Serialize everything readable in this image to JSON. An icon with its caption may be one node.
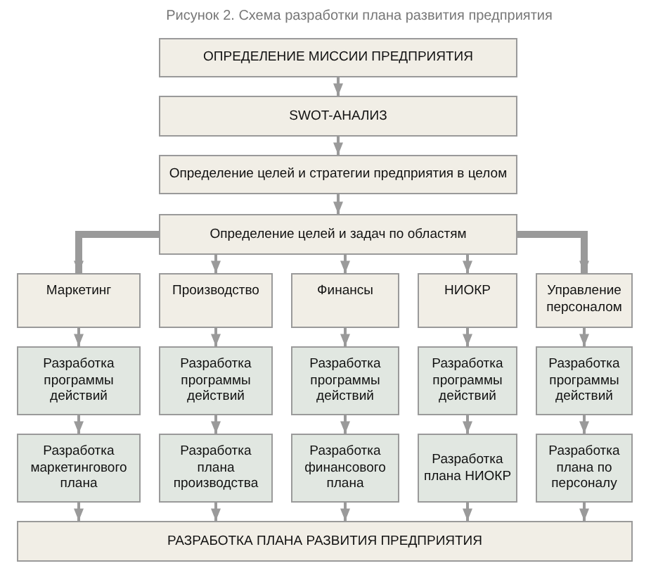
{
  "diagram": {
    "title": "Рисунок 2. Схема разработки плана развития предприятия",
    "nodes": [
      {
        "text": [
          "ОПРЕДЕЛЕНИЕ МИССИИ ПРЕДПРИЯТИЯ"
        ]
      },
      {
        "text": [
          "SWOT-АНАЛИЗ"
        ]
      },
      {
        "text": [
          "Определение целей и стратегии предприятия в целом"
        ]
      },
      {
        "text": [
          "Определение целей и задач по областям"
        ]
      },
      {
        "text": [
          "Маркетинг"
        ]
      },
      {
        "text": [
          "Производство"
        ]
      },
      {
        "text": [
          "Финансы"
        ]
      },
      {
        "text": [
          "НИОКР"
        ]
      },
      {
        "text": [
          "Управление персоналом"
        ]
      },
      {
        "text": [
          "Разработка программы действий"
        ]
      },
      {
        "text": [
          "Разработка программы действий"
        ]
      },
      {
        "text": [
          "Разработка программы действий"
        ]
      },
      {
        "text": [
          "Разработка программы действий"
        ]
      },
      {
        "text": [
          "Разработка программы действий"
        ]
      },
      {
        "text": [
          "Разработка маркетингового плана"
        ]
      },
      {
        "text": [
          "Разработка плана производства"
        ]
      },
      {
        "text": [
          "Разработка финансового плана"
        ]
      },
      {
        "text": [
          "Разработка плана НИОКР"
        ]
      },
      {
        "text": [
          "Разработка плана по персоналу"
        ]
      },
      {
        "text": [
          "РАЗРАБОТКА ПЛАНА РАЗВИТИЯ ПРЕДПРИЯТИЯ"
        ]
      }
    ],
    "edges": [
      {
        "from": 0,
        "to": 1,
        "arrow": "to"
      },
      {
        "from": 1,
        "to": 2,
        "arrow": "to"
      },
      {
        "from": 2,
        "to": 3,
        "arrow": "to"
      },
      {
        "from": 3,
        "to": 4,
        "arrow": "to",
        "style": "thick"
      },
      {
        "from": 3,
        "to": 5,
        "arrow": "to"
      },
      {
        "from": 3,
        "to": 6,
        "arrow": "to"
      },
      {
        "from": 3,
        "to": 7,
        "arrow": "to"
      },
      {
        "from": 3,
        "to": 8,
        "arrow": "to",
        "style": "thick"
      },
      {
        "from": 4,
        "to": 9,
        "arrow": "to"
      },
      {
        "from": 5,
        "to": 10,
        "arrow": "to"
      },
      {
        "from": 6,
        "to": 11,
        "arrow": "to"
      },
      {
        "from": 7,
        "to": 12,
        "arrow": "to"
      },
      {
        "from": 8,
        "to": 13,
        "arrow": "to"
      },
      {
        "from": 9,
        "to": 14,
        "arrow": "to"
      },
      {
        "from": 10,
        "to": 15,
        "arrow": "to"
      },
      {
        "from": 11,
        "to": 16,
        "arrow": "to"
      },
      {
        "from": 12,
        "to": 17,
        "arrow": "to"
      },
      {
        "from": 13,
        "to": 18,
        "arrow": "to"
      },
      {
        "from": 14,
        "to": 19,
        "arrow": "to"
      },
      {
        "from": 15,
        "to": 19,
        "arrow": "to"
      },
      {
        "from": 16,
        "to": 19,
        "arrow": "to"
      },
      {
        "from": 17,
        "to": 19,
        "arrow": "to"
      },
      {
        "from": 18,
        "to": 19,
        "arrow": "to"
      }
    ]
  }
}
